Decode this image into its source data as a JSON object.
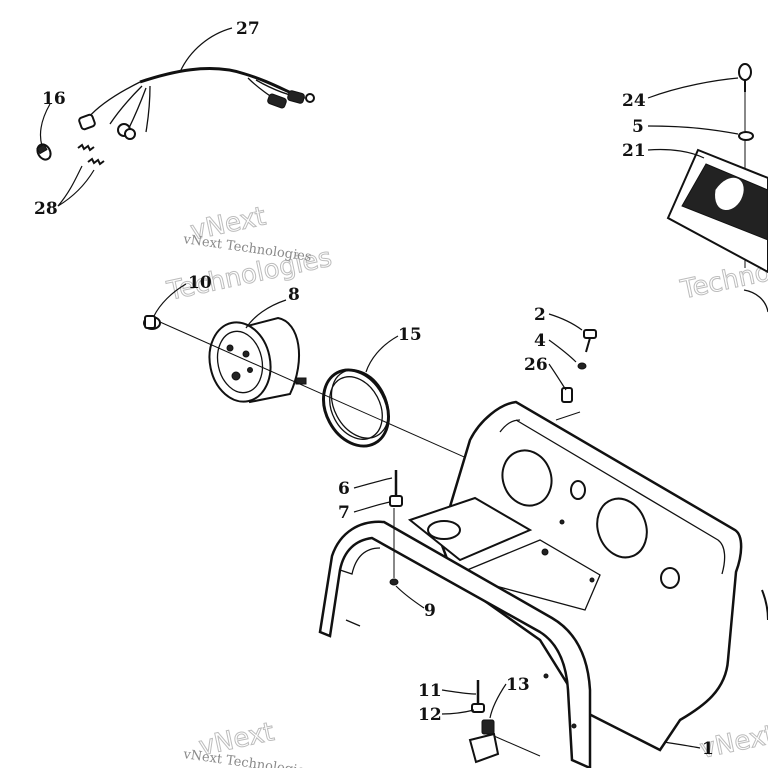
{
  "watermark": {
    "brand": "vNext",
    "word": "Technologies",
    "line": "vNext Technologies"
  },
  "callouts": [
    {
      "id": "c27",
      "text": "27"
    },
    {
      "id": "c16",
      "text": "16"
    },
    {
      "id": "c28",
      "text": "28"
    },
    {
      "id": "c10",
      "text": "10"
    },
    {
      "id": "c8",
      "text": "8"
    },
    {
      "id": "c15",
      "text": "15"
    },
    {
      "id": "c24",
      "text": "24"
    },
    {
      "id": "c5",
      "text": "5"
    },
    {
      "id": "c21",
      "text": "21"
    },
    {
      "id": "c2",
      "text": "2"
    },
    {
      "id": "c4",
      "text": "4"
    },
    {
      "id": "c26",
      "text": "26"
    },
    {
      "id": "c6",
      "text": "6"
    },
    {
      "id": "c7",
      "text": "7"
    },
    {
      "id": "c9",
      "text": "9"
    },
    {
      "id": "c11",
      "text": "11"
    },
    {
      "id": "c12",
      "text": "12"
    },
    {
      "id": "c13",
      "text": "13"
    },
    {
      "id": "c1",
      "text": "1"
    }
  ]
}
